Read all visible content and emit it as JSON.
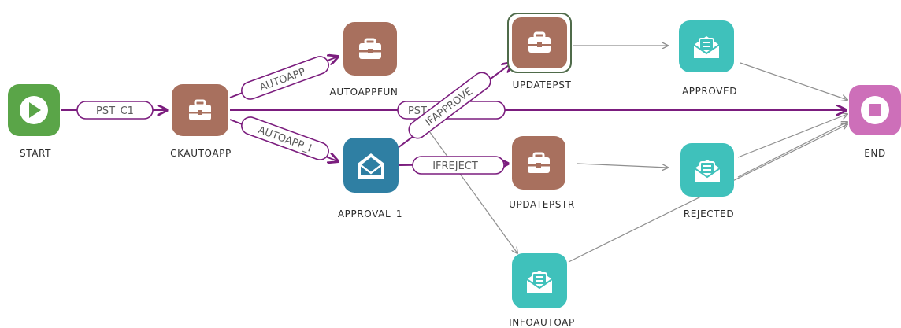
{
  "colors": {
    "start": "#5aa548",
    "task": "#a8705e",
    "approval": "#2f7fa3",
    "notify": "#3fc1bb",
    "end": "#cd6fb9",
    "flow": "#7b1d7e",
    "connector": "#8f8f8f"
  },
  "nodes": {
    "start": {
      "label": "START",
      "icon": "play-icon"
    },
    "ckautoapp": {
      "label": "CKAUTOAPP",
      "icon": "briefcase-icon"
    },
    "autoappfun": {
      "label": "AUTOAPPFUN",
      "icon": "briefcase-icon"
    },
    "approval_1": {
      "label": "APPROVAL_1",
      "icon": "envelope-open-icon"
    },
    "updatepst": {
      "label": "UPDATEPST",
      "icon": "briefcase-icon"
    },
    "updatepstr": {
      "label": "UPDATEPSTR",
      "icon": "briefcase-icon"
    },
    "infoautoap": {
      "label": "INFOAUTOAP",
      "icon": "mail-notification-icon"
    },
    "approved": {
      "label": "APPROVED",
      "icon": "mail-notification-icon"
    },
    "rejected": {
      "label": "REJECTED",
      "icon": "mail-notification-icon"
    },
    "end": {
      "label": "END",
      "icon": "stop-icon"
    }
  },
  "edge_labels": {
    "pst_c1": "PST_C1",
    "autoapp_top": "AUTOAPP",
    "autoapp_bottom": "AUTOAPP_I",
    "pst": "PST",
    "ifapprove": "IFAPPROVE",
    "ifreject": "IFREJECT"
  }
}
